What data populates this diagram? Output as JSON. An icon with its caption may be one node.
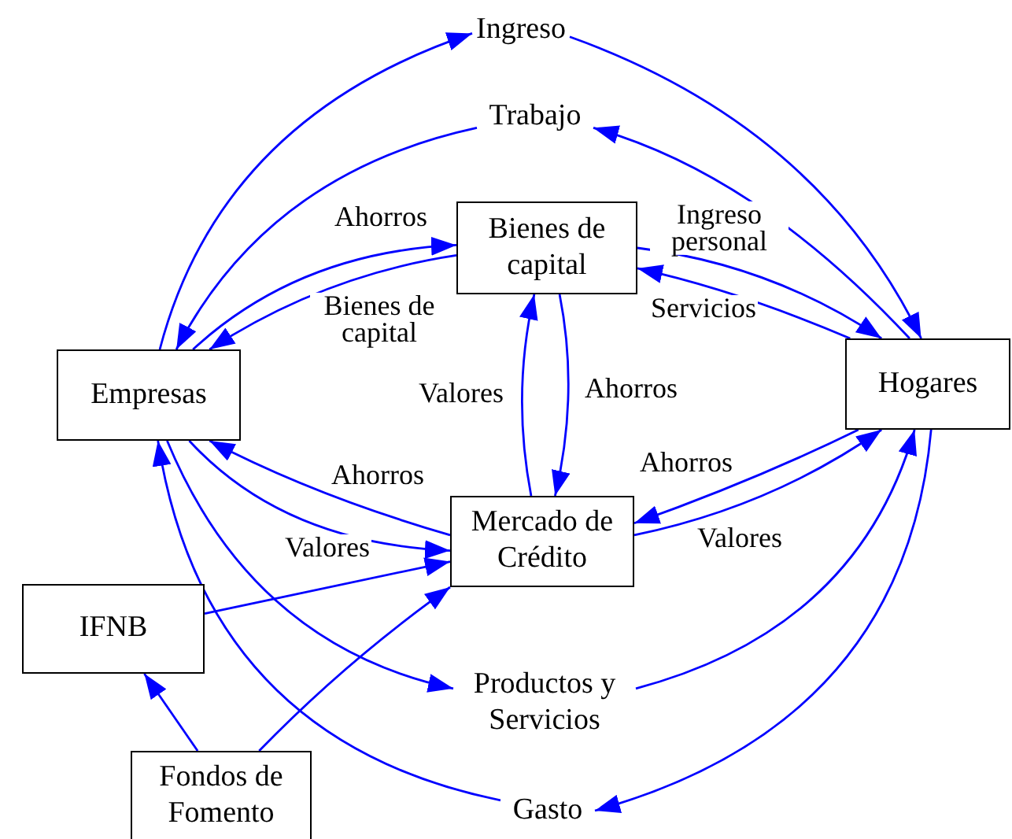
{
  "diagram": {
    "nodes": [
      {
        "text": [
          "Ingreso"
        ]
      },
      {
        "text": [
          "Trabajo"
        ]
      },
      {
        "text": [
          "Bienes de capital"
        ]
      },
      {
        "text": [
          "Empresas"
        ]
      },
      {
        "text": [
          "Hogares"
        ]
      },
      {
        "text": [
          "Mercado de Crédito"
        ]
      },
      {
        "text": [
          "IFNB"
        ]
      },
      {
        "text": [
          "Productos y Servicios"
        ]
      },
      {
        "text": [
          "Fondos de Fomento"
        ]
      },
      {
        "text": [
          "Gasto"
        ]
      }
    ],
    "edges": [
      {
        "from": 3,
        "to": 0,
        "arrow": "to"
      },
      {
        "from": 0,
        "to": 4,
        "arrow": "to"
      },
      {
        "from": 4,
        "to": 1,
        "arrow": "to"
      },
      {
        "from": 1,
        "to": 3,
        "arrow": "to"
      },
      {
        "from": 3,
        "to": 2,
        "arrow": "to",
        "label": "Ahorros"
      },
      {
        "from": 2,
        "to": 3,
        "arrow": "to",
        "label": "Bienes de capital"
      },
      {
        "from": 2,
        "to": 4,
        "arrow": "to",
        "label": "Ingreso personal"
      },
      {
        "from": 4,
        "to": 2,
        "arrow": "to",
        "label": "Servicios"
      },
      {
        "from": 5,
        "to": 2,
        "arrow": "to",
        "label": "Valores"
      },
      {
        "from": 2,
        "to": 5,
        "arrow": "to",
        "label": "Ahorros"
      },
      {
        "from": 5,
        "to": 3,
        "arrow": "to",
        "label": "Ahorros"
      },
      {
        "from": 3,
        "to": 5,
        "arrow": "to",
        "label": "Valores"
      },
      {
        "from": 4,
        "to": 5,
        "arrow": "to",
        "label": "Ahorros"
      },
      {
        "from": 5,
        "to": 4,
        "arrow": "to",
        "label": "Valores"
      },
      {
        "from": 6,
        "to": 5,
        "arrow": "to"
      },
      {
        "from": 8,
        "to": 5,
        "arrow": "to"
      },
      {
        "from": 8,
        "to": 6,
        "arrow": "to"
      },
      {
        "from": 3,
        "to": 7,
        "arrow": "to"
      },
      {
        "from": 7,
        "to": 4,
        "arrow": "to"
      },
      {
        "from": 4,
        "to": 9,
        "arrow": "to"
      },
      {
        "from": 9,
        "to": 3,
        "arrow": "to"
      }
    ]
  }
}
